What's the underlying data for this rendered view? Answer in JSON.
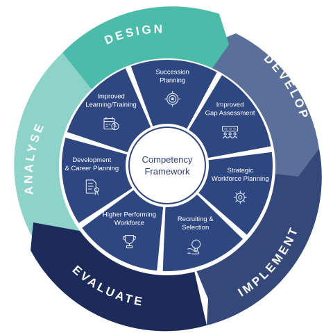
{
  "stages": [
    {
      "id": "design",
      "label": "DESIGN",
      "color": "#4cbcaa"
    },
    {
      "id": "develop",
      "label": "DEVELOP",
      "color": "#5a6f99"
    },
    {
      "id": "implement",
      "label": "IMPLEMENT",
      "color": "#34497a"
    },
    {
      "id": "evaluate",
      "label": "EVALUATE",
      "color": "#1d2b5b"
    },
    {
      "id": "analyse",
      "label": "ANALYSE",
      "color": "#8dd3c9"
    }
  ],
  "hub": {
    "line1": "Competency",
    "line2": "Framework"
  },
  "segments": [
    {
      "id": "succession",
      "lines": [
        "Succession",
        "Planning"
      ],
      "icon": "target-icon"
    },
    {
      "id": "gap",
      "lines": [
        "Improved",
        "Gap Assessment"
      ],
      "icon": "people-chart-icon"
    },
    {
      "id": "workforce",
      "lines": [
        "Strategic",
        "Workforce Planning"
      ],
      "icon": "gear-icon"
    },
    {
      "id": "recruiting",
      "lines": [
        "Recruiting &",
        "Selection"
      ],
      "icon": "lightbulb-hand-icon"
    },
    {
      "id": "performing",
      "lines": [
        "Higher Performing",
        "Workforce"
      ],
      "icon": "trophy-icon"
    },
    {
      "id": "development",
      "lines": [
        "Development",
        "& Career Planning"
      ],
      "icon": "document-badge-icon"
    },
    {
      "id": "learning",
      "lines": [
        "Improved",
        "Learning/Training"
      ],
      "icon": "calendar-clock-icon"
    }
  ],
  "colors": {
    "segment_fill": "#2f4781",
    "segment_stroke": "#ffffff",
    "hub_fill": "#ffffff",
    "hub_text": "#2c3e73"
  }
}
